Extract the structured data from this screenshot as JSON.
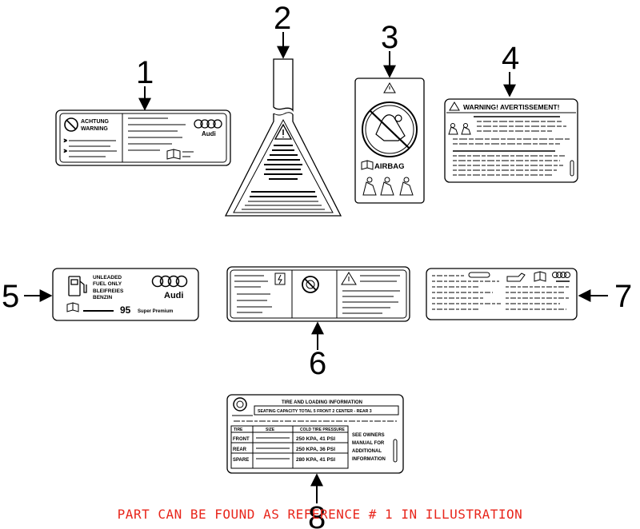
{
  "callouts": [
    "1",
    "2",
    "3",
    "4",
    "5",
    "6",
    "7",
    "8"
  ],
  "label1": {
    "line1": "ACHTUNG",
    "line2": "WARNING",
    "brand": "Audi"
  },
  "label3": {
    "airbag": "AIRBAG"
  },
  "label4": {
    "header": "WARNING! AVERTISSEMENT!"
  },
  "label5": {
    "line1": "UNLEADED",
    "line2": "FUEL ONLY",
    "line3": "BLEIFREIES",
    "line4": "BENZIN",
    "brand": "Audi",
    "octane": "95",
    "grade": "Super Premium"
  },
  "label8": {
    "title": "TIRE AND LOADING INFORMATION",
    "capacity": "SEATING CAPACITY TOTAL 5 FRONT 2 CENTER - REAR 3",
    "columns": [
      "TIRE",
      "SIZE",
      "COLD TIRE PRESSURE"
    ],
    "rows": [
      {
        "tire": "FRONT",
        "pressure": "250 KPA, 41 PSI"
      },
      {
        "tire": "REAR",
        "pressure": "250 KPA, 36 PSI"
      },
      {
        "tire": "SPARE",
        "pressure": "280 KPA, 41 PSI"
      }
    ],
    "side": [
      "SEE OWNERS",
      "MANUAL FOR",
      "ADDITIONAL",
      "INFORMATION"
    ]
  },
  "colors": {
    "note": "#e8251b",
    "ink": "#000000"
  },
  "note": "PART CAN BE FOUND AS REFERENCE # 1 IN ILLUSTRATION"
}
